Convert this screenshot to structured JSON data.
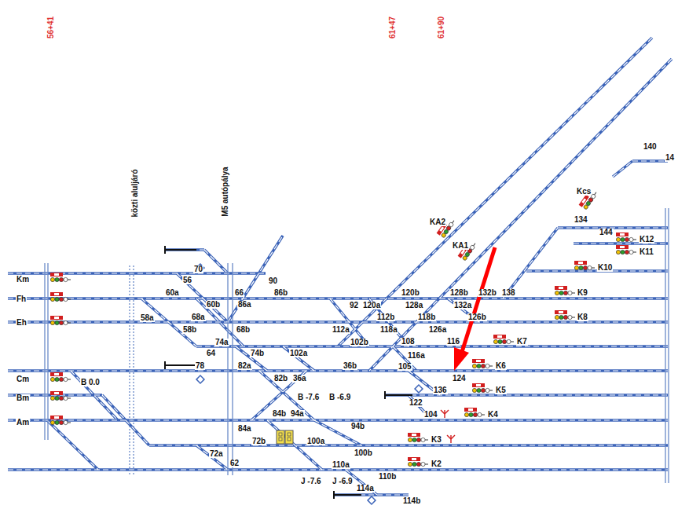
{
  "diagram": {
    "labels": [
      "56+41",
      "61+47",
      "61+90",
      "közti aluljáró",
      "M5 autópálya",
      "Km",
      "Fh",
      "Eh",
      "Cm",
      "Bm",
      "Am",
      "B 0.0",
      "70",
      "56",
      "90",
      "60a",
      "66",
      "86b",
      "60b",
      "86a",
      "58a",
      "68a",
      "58b",
      "68b",
      "74a",
      "64",
      "74b",
      "102a",
      "78",
      "82a",
      "36b",
      "82b",
      "36a",
      "92",
      "120a",
      "120b",
      "128b",
      "132b",
      "138",
      "128a",
      "132a",
      "112a",
      "112b",
      "118b",
      "126b",
      "102b",
      "118a",
      "108",
      "116",
      "126a",
      "116a",
      "105",
      "124",
      "136",
      "122",
      "104",
      "84b",
      "94a",
      "94b",
      "84a",
      "72b",
      "100a",
      "72a",
      "62",
      "100b",
      "110a",
      "110b",
      "114a",
      "114b",
      "B -7.6",
      "B -6.9",
      "J -7.6",
      "J -6.9",
      "K12",
      "K11",
      "K10",
      "K9",
      "K8",
      "K7",
      "K6",
      "K5",
      "K4",
      "K3",
      "K2",
      "134",
      "144",
      "140",
      "14",
      "Kcs",
      "KA2",
      "KA1"
    ]
  }
}
